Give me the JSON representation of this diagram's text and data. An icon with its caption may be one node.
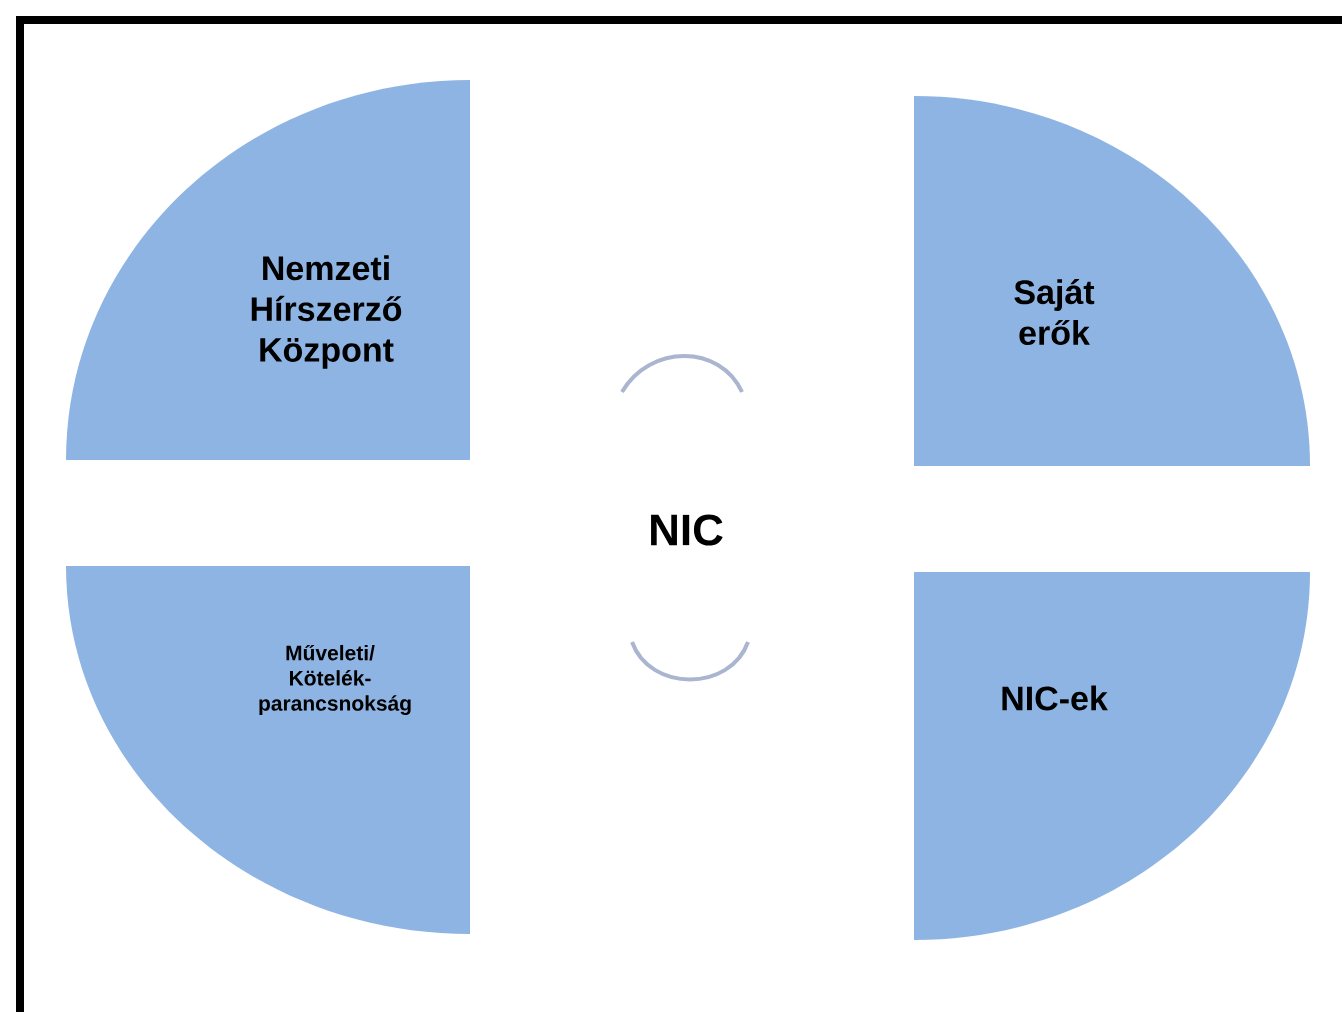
{
  "diagram": {
    "nodes": [
      {
        "text": [
          "Nemzeti Hírszerző Központ"
        ]
      },
      {
        "text": [
          "Saját erők"
        ]
      },
      {
        "text": [
          "NIC"
        ]
      },
      {
        "text": [
          "Műveleti/ Kötelék-parancsnokság"
        ]
      },
      {
        "text": [
          "NIC-ek"
        ]
      }
    ]
  }
}
